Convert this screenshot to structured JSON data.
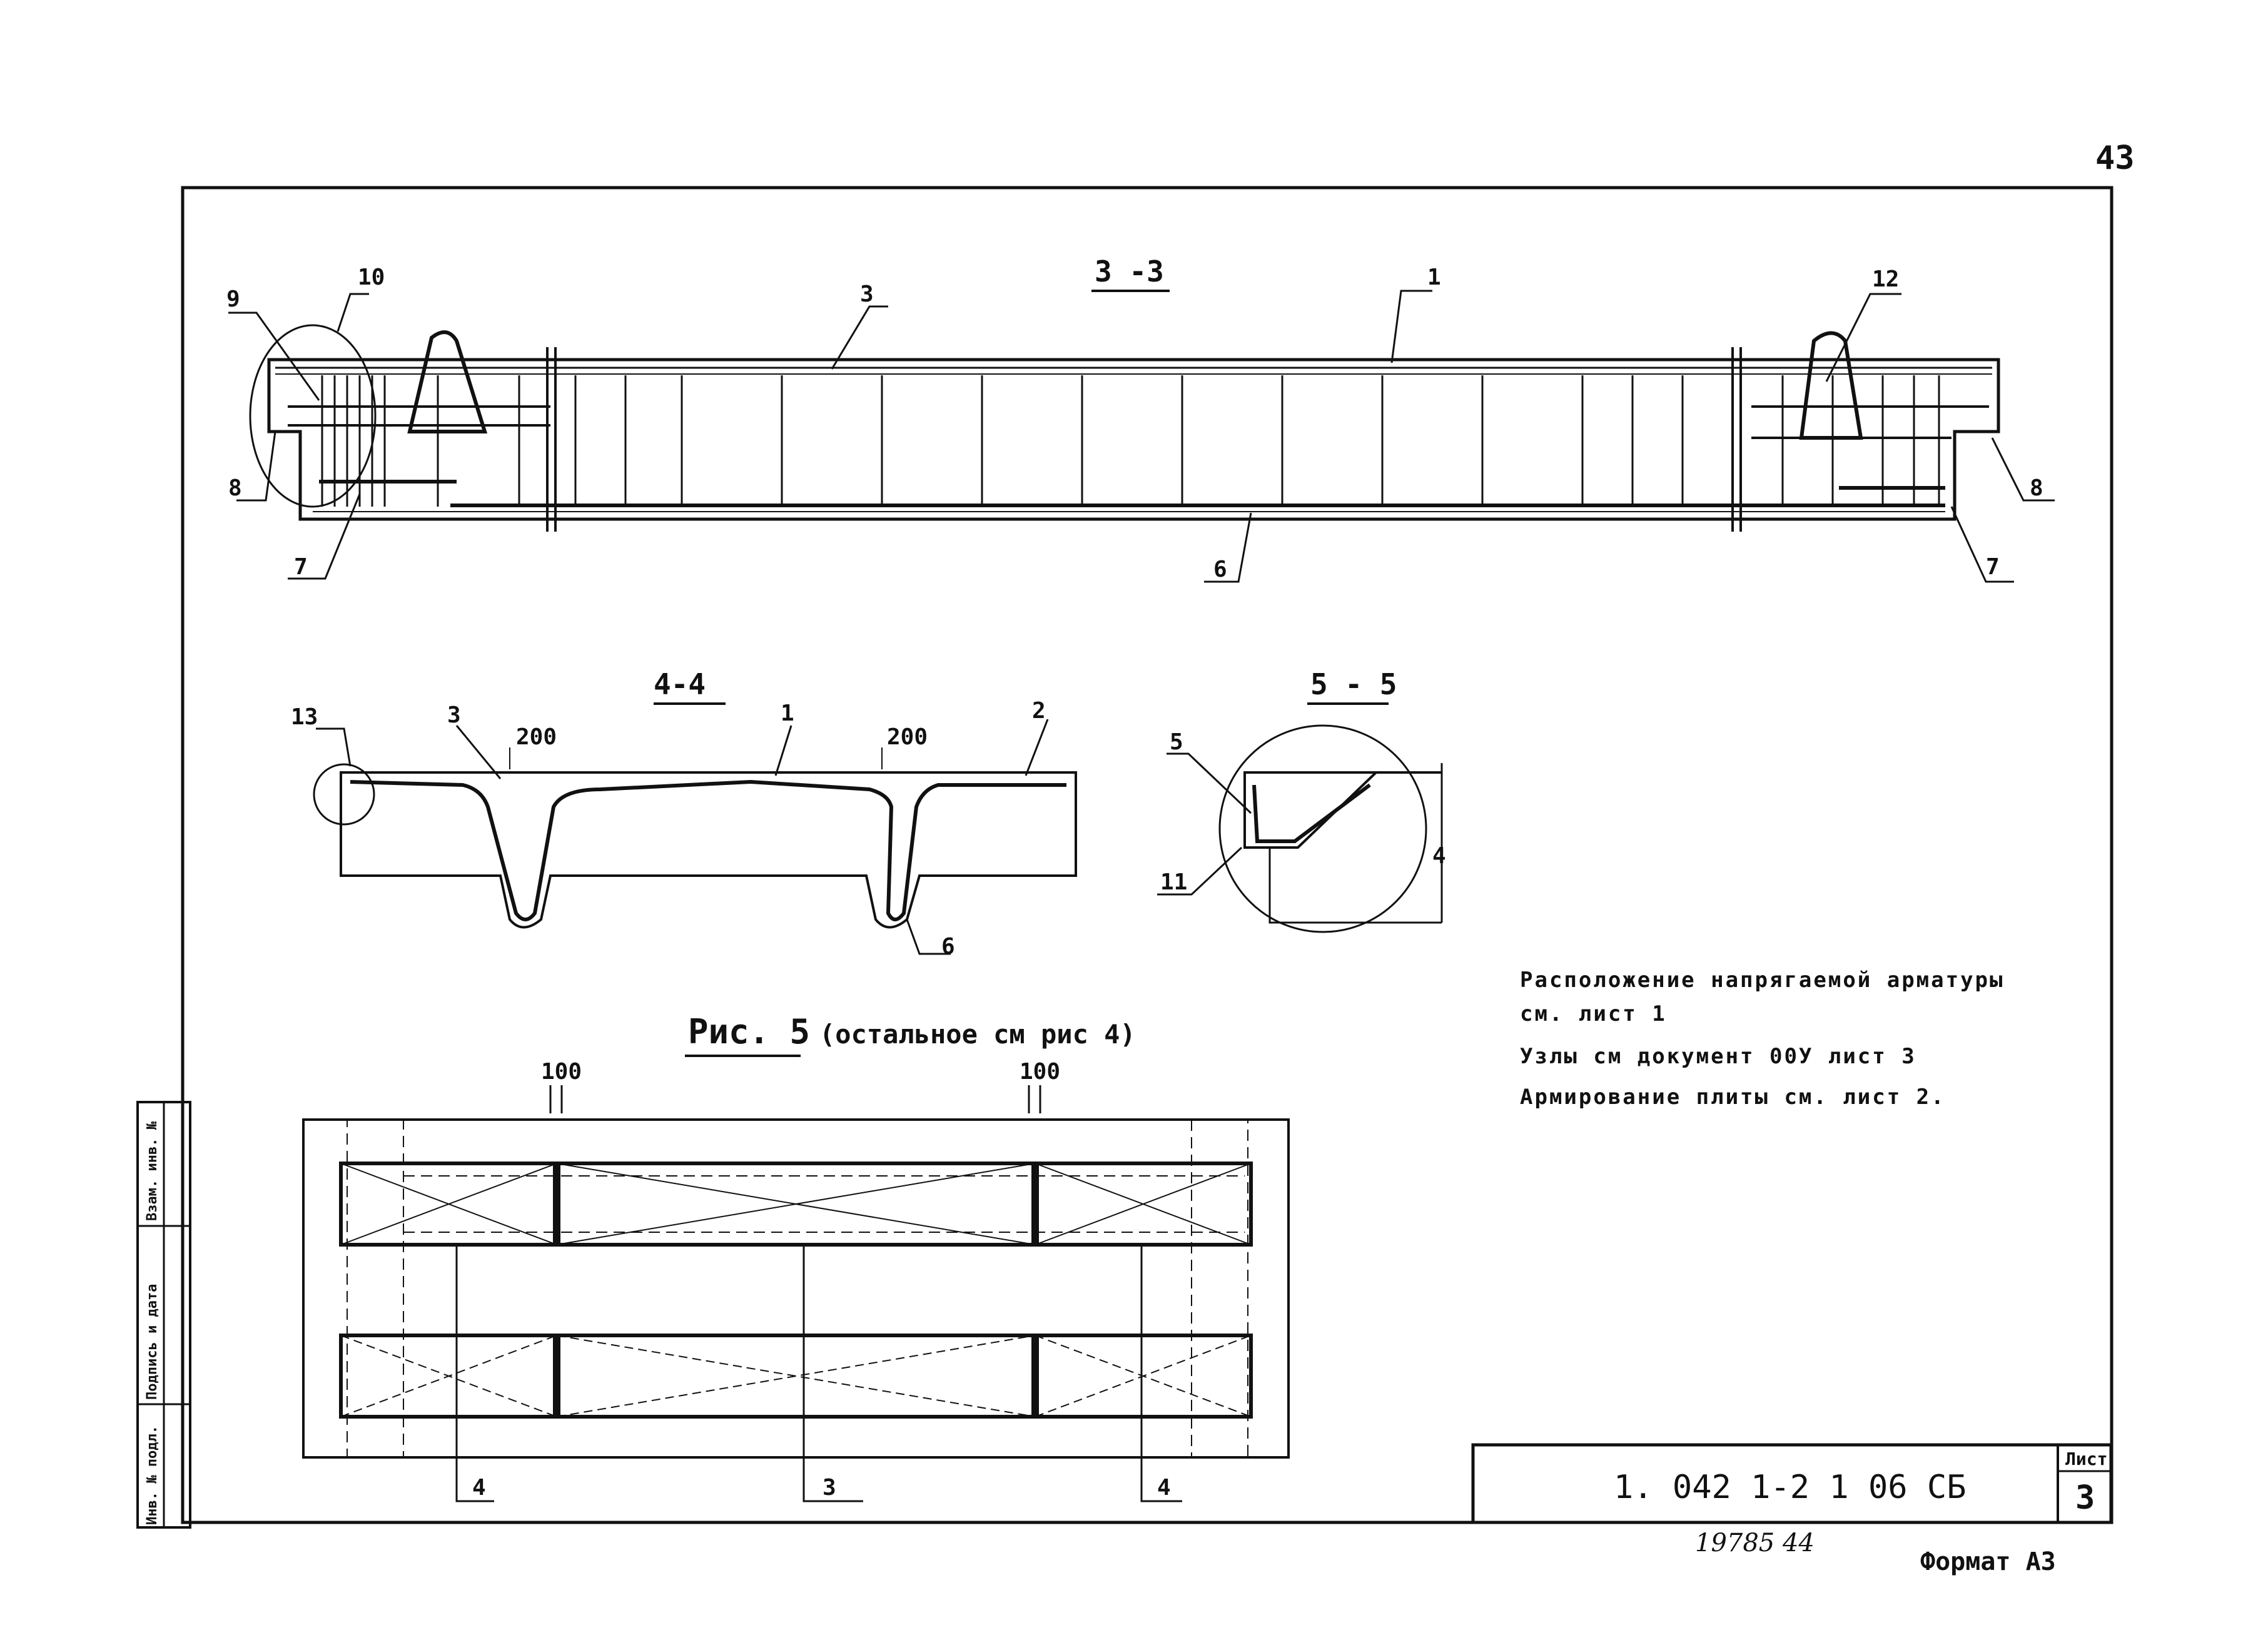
{
  "page_number": "43",
  "sections": {
    "s33": {
      "title": "3 -3",
      "callouts": {
        "c1": "1",
        "c3": "3",
        "c6": "6",
        "c7l": "7",
        "c7r": "7",
        "c8l": "8",
        "c8r": "8",
        "c9": "9",
        "c10": "10",
        "c12": "12"
      }
    },
    "s44": {
      "title": "4-4",
      "callouts": {
        "c1": "1",
        "c2": "2",
        "c3": "3",
        "c6": "6",
        "c13": "13"
      },
      "dims": [
        "200",
        "200"
      ]
    },
    "s55": {
      "title": "5 - 5",
      "callouts": {
        "c5": "5",
        "c11": "11",
        "c4": "4"
      }
    }
  },
  "figure5": {
    "title": "Рис. 5",
    "subtitle": "(остальное см рис 4)",
    "dims": [
      "100",
      "100"
    ],
    "section_marks": [
      "4",
      "3",
      "4"
    ]
  },
  "notes": [
    "Расположение напрягаемой арматуры",
    "см. лист 1",
    "Узлы см документ 00У лист 3",
    "Армирование плиты см. лист 2."
  ],
  "side_stamp": [
    "Инв. № подл.",
    "Подпись и дата",
    "Взам. инв. №"
  ],
  "title_block": {
    "doc_code": "1. 042 1-2 1 06 СБ",
    "sheet_label": "Лист",
    "sheet_number": "3"
  },
  "footer": {
    "handwritten": "19785  44",
    "format": "Формат А3"
  }
}
